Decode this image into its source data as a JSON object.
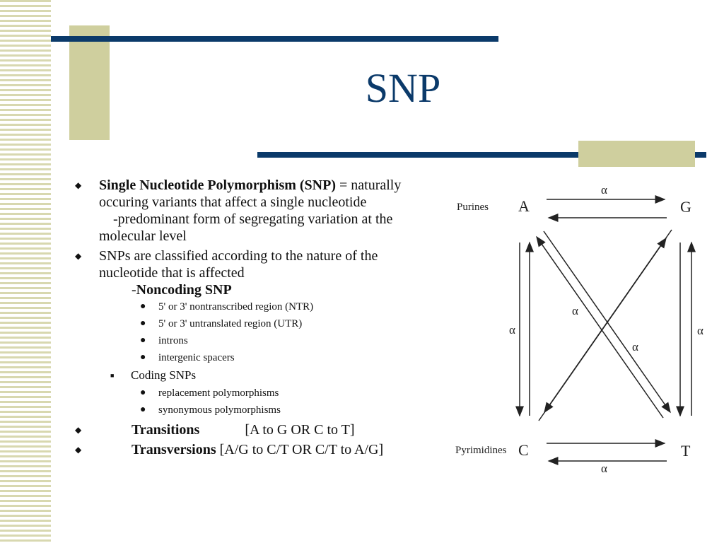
{
  "slide": {
    "title": "SNP",
    "accent_color": "#0b3a6a",
    "decor_color": "#cfcf9e"
  },
  "content": {
    "b1_bold": "Single Nucleotide Polymorphism (SNP)",
    "b1_rest": " = naturally occuring variants that affect a single nucleotide",
    "b1_line2": "-predominant form of segregating variation at the molecular level",
    "b2_text": "SNPs are classified according to the nature of the nucleotide that is affected",
    "b2_dash": "-",
    "b2_bold": "Noncoding SNP",
    "noncoding": [
      "5' or 3' nontranscribed region (NTR)",
      "5' or 3' untranslated region (UTR)",
      "introns",
      "intergenic spacers"
    ],
    "coding_label": "Coding SNPs",
    "coding": [
      "replacement polymorphisms",
      "synonymous polymorphisms"
    ],
    "b3_bold": "Transitions",
    "b3_rest": "[A to G  OR C to T]",
    "b4_bold": "Transversions",
    "b4_rest": " [A/G to C/T OR C/T to A/G]"
  },
  "diagram": {
    "row_top_label": "Purines",
    "row_bottom_label": "Pyrimidines",
    "node_a": "A",
    "node_g": "G",
    "node_c": "C",
    "node_t": "T",
    "alpha": "α"
  }
}
